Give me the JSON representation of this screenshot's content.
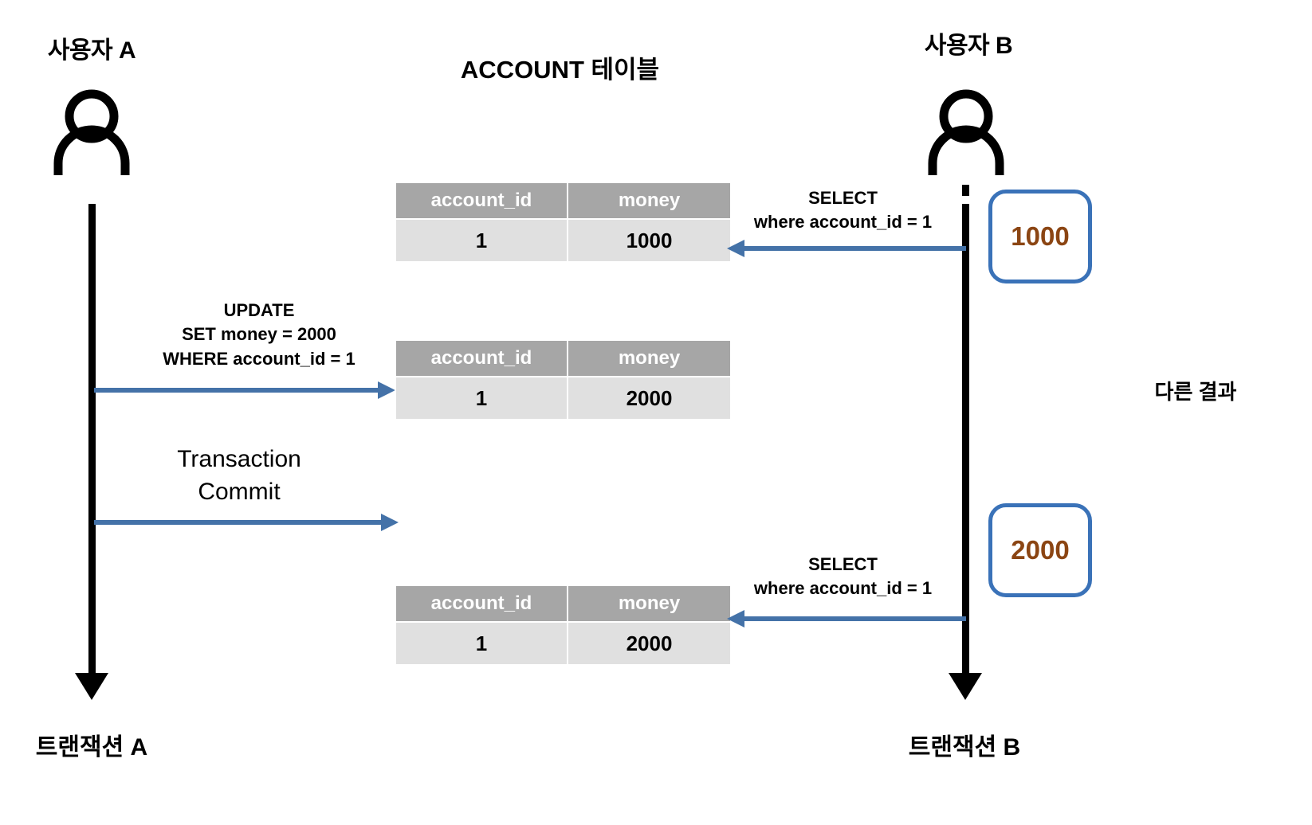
{
  "diagram": {
    "title": "ACCOUNT 테이블",
    "actors": {
      "left": {
        "top_label": "사용자 A",
        "bottom_label": "트랜잭션 A",
        "icon": "person-icon"
      },
      "right": {
        "top_label": "사용자 B",
        "bottom_label": "트랜잭션 B",
        "icon": "person-icon"
      }
    },
    "note_right": "다른 결과",
    "operations": [
      {
        "id": "select-1",
        "label": "SELECT\nwhere account_id = 1",
        "line1": "SELECT",
        "line2": "where account_id = 1",
        "direction": "right-to-left",
        "actor": "right"
      },
      {
        "id": "update-1",
        "line1": "UPDATE",
        "line2": "SET money = 2000",
        "line3": "WHERE account_id = 1",
        "direction": "left-to-right",
        "actor": "left"
      },
      {
        "id": "commit-1",
        "line1": "Transaction",
        "line2": "Commit",
        "direction": "left-to-right",
        "actor": "left"
      },
      {
        "id": "select-2",
        "line1": "SELECT",
        "line2": "where account_id = 1",
        "direction": "right-to-left",
        "actor": "right"
      }
    ],
    "tables": [
      {
        "id": "account-table-1",
        "headers": [
          "account_id",
          "money"
        ],
        "rows": [
          [
            "1",
            "1000"
          ]
        ]
      },
      {
        "id": "account-table-2",
        "headers": [
          "account_id",
          "money"
        ],
        "rows": [
          [
            "1",
            "2000"
          ]
        ]
      },
      {
        "id": "account-table-3",
        "headers": [
          "account_id",
          "money"
        ],
        "rows": [
          [
            "1",
            "2000"
          ]
        ]
      }
    ],
    "result_boxes": [
      {
        "id": "result-box-1",
        "value": "1000"
      },
      {
        "id": "result-box-2",
        "value": "2000"
      }
    ],
    "colors": {
      "arrow_blue": "#4472a8",
      "box_border_blue": "#3a72b8",
      "result_text_brown": "#8b4513",
      "table_header_gray": "#a6a6a6",
      "table_body_gray": "#e0e0e0",
      "lifeline_black": "#000000",
      "background": "#ffffff"
    }
  }
}
